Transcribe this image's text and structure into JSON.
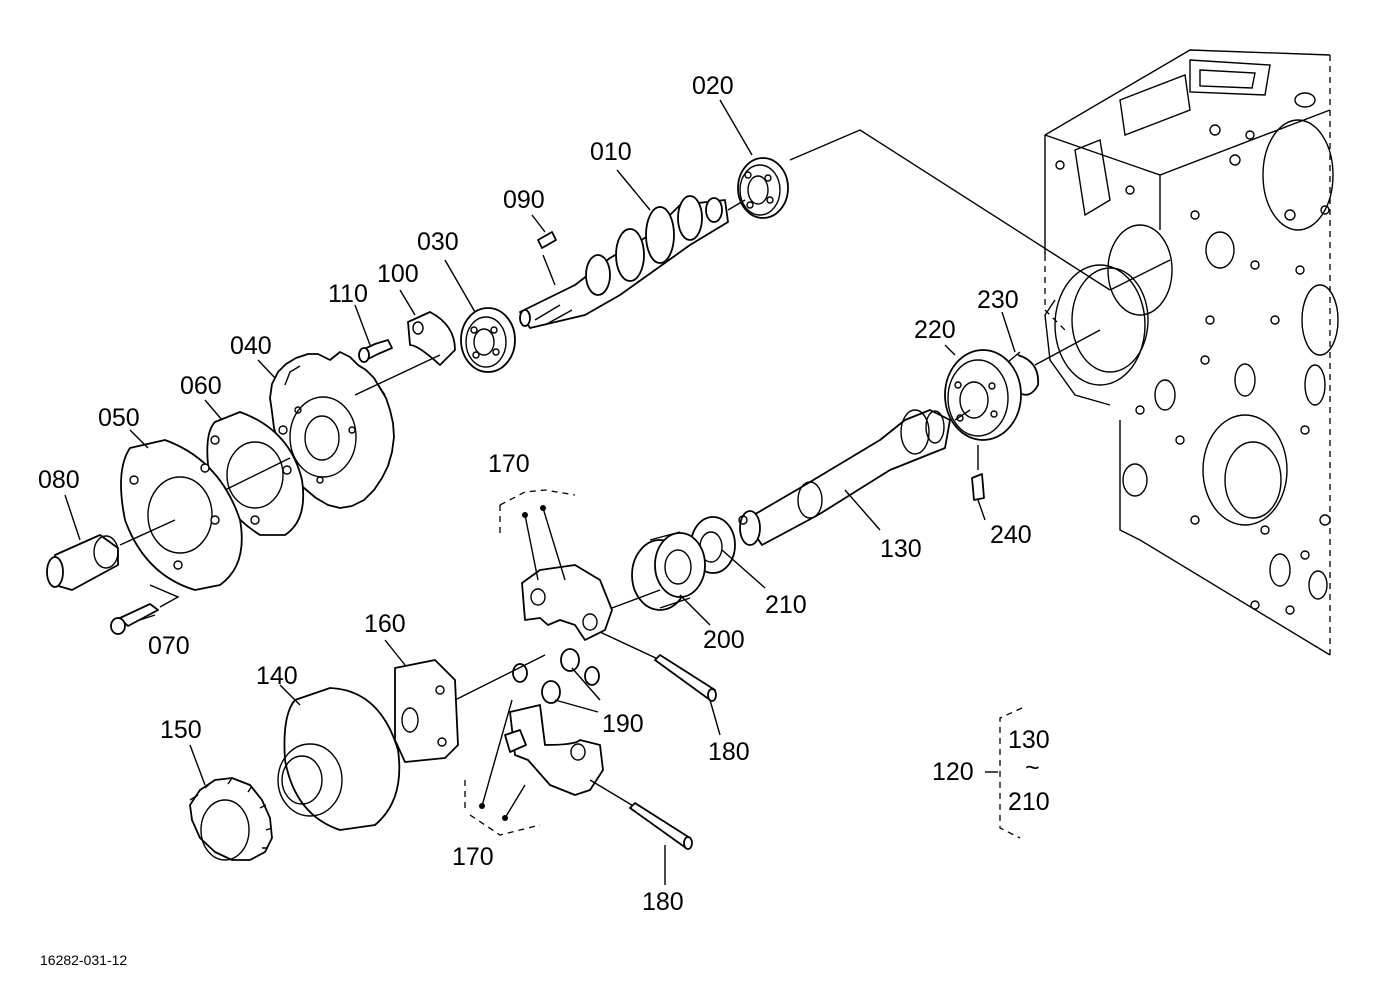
{
  "labels": {
    "p010": "010",
    "p020": "020",
    "p030": "030",
    "p040": "040",
    "p050": "050",
    "p060": "060",
    "p070": "070",
    "p080": "080",
    "p090": "090",
    "p100": "100",
    "p110": "110",
    "p130": "130",
    "p140": "140",
    "p150": "150",
    "p160": "160",
    "p170a": "170",
    "p170b": "170",
    "p180a": "180",
    "p180b": "180",
    "p190": "190",
    "p200": "200",
    "p210": "210",
    "p220": "220",
    "p230": "230",
    "p240": "240"
  },
  "legend": {
    "group": "120",
    "from": "130",
    "to": "210",
    "tilde": "~"
  },
  "drawing_number": "16282-031-12"
}
